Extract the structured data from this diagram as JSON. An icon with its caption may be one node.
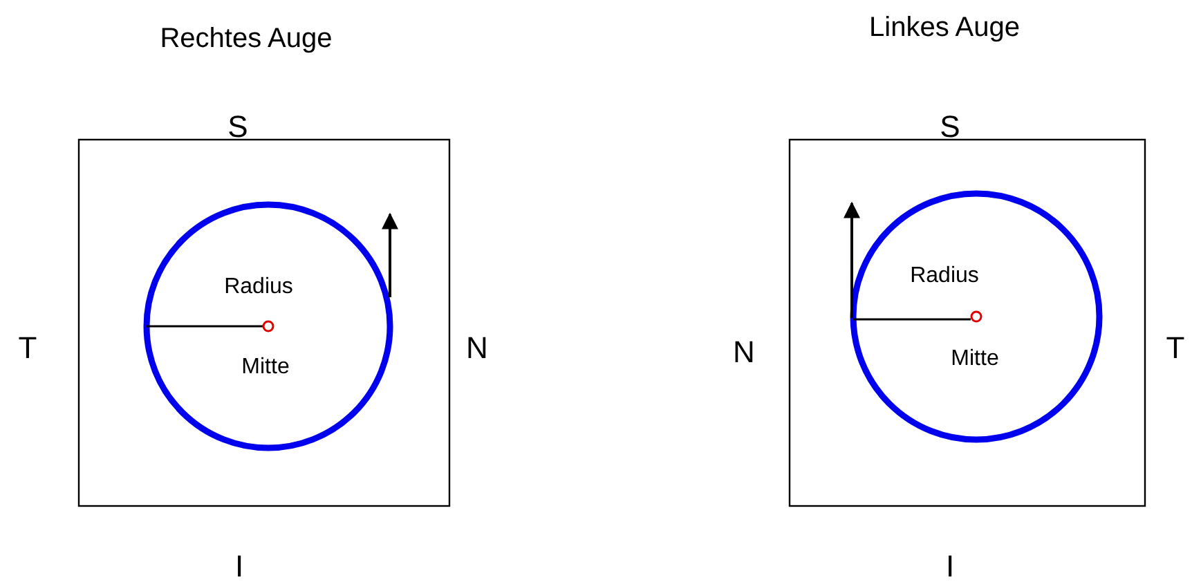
{
  "diagram": {
    "labels": [
      "Rechtes Auge",
      "S",
      "T",
      "Radius",
      "Mitte",
      "N",
      "I",
      "Linkes Auge",
      "S",
      "N",
      "Radius",
      "Mitte",
      "T",
      "I"
    ]
  }
}
